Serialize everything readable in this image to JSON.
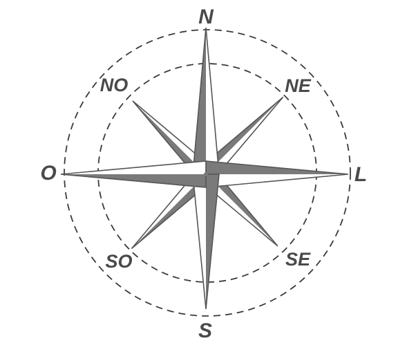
{
  "compass": {
    "labels": {
      "north": "N",
      "northeast": "NE",
      "east": "L",
      "southeast": "SE",
      "south": "S",
      "southwest": "SO",
      "west": "O",
      "northwest": "NO"
    },
    "colors": {
      "star_fill": "#7a7a7a",
      "outline": "#555555",
      "ring": "#3a3a3a",
      "label": "#4a4a4a",
      "background": "#ffffff"
    }
  }
}
